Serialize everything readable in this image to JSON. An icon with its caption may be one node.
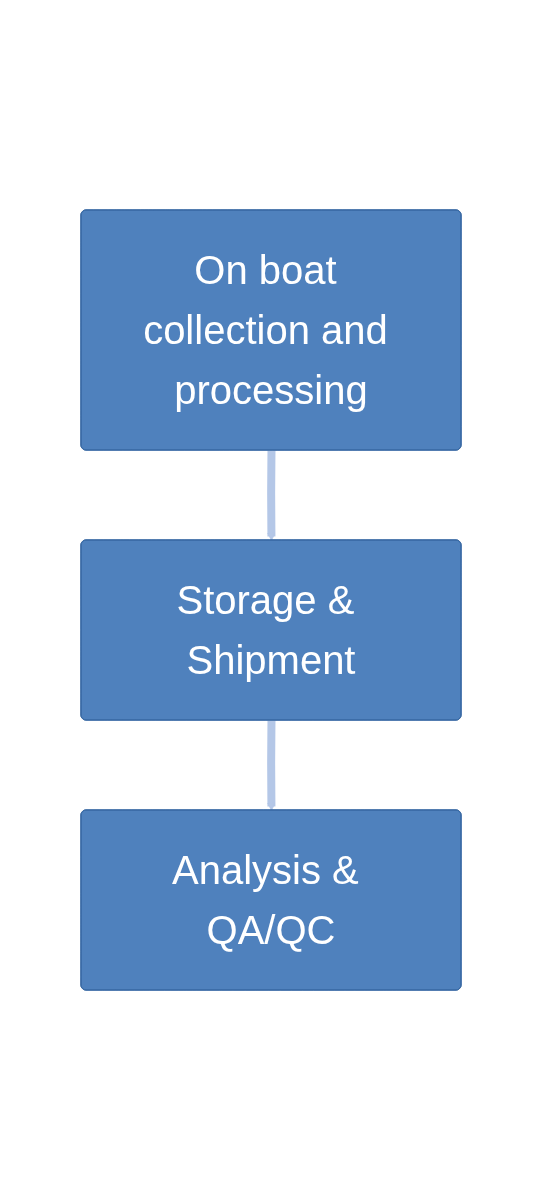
{
  "diagram": {
    "nodes": [
      {
        "text": [
          "On boat collection and processing"
        ]
      },
      {
        "text": [
          "Storage & Shipment"
        ]
      },
      {
        "text": [
          "Analysis & QA/QC"
        ]
      }
    ],
    "edges": [
      {
        "from": 0,
        "to": 1,
        "arrow": "to",
        "color": "#b4c7e7"
      },
      {
        "from": 1,
        "to": 2,
        "arrow": "to",
        "color": "#b4c7e7"
      }
    ]
  }
}
